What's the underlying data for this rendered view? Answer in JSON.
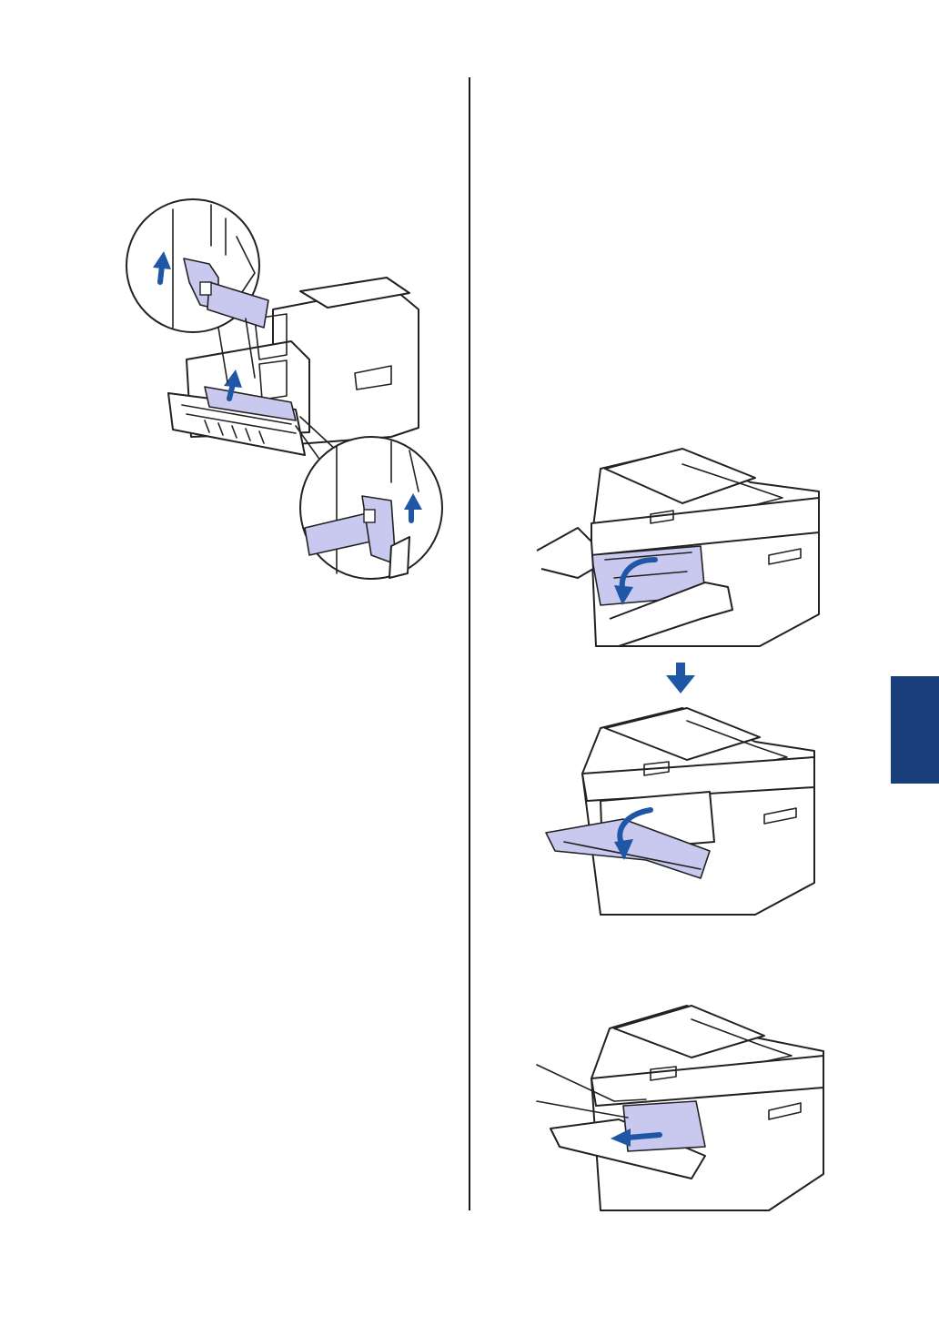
{
  "colors": {
    "accent_tab": "#1a3d7c",
    "arrow_blue": "#1f56a6",
    "highlight_lavender": "#c9c8ee",
    "line": "#222222",
    "background": "#ffffff"
  },
  "figures": [
    {
      "name": "back-cover-green-levers-figure",
      "icon": "arrow-up-icon"
    },
    {
      "name": "front-cover-open-figure",
      "icon": "curved-arrow-icon"
    },
    {
      "name": "step-down-arrow",
      "icon": "arrow-down-icon"
    },
    {
      "name": "front-cover-opened-figure",
      "icon": "curved-arrow-icon"
    },
    {
      "name": "drum-unit-removal-figure",
      "icon": "arrow-left-icon"
    }
  ]
}
